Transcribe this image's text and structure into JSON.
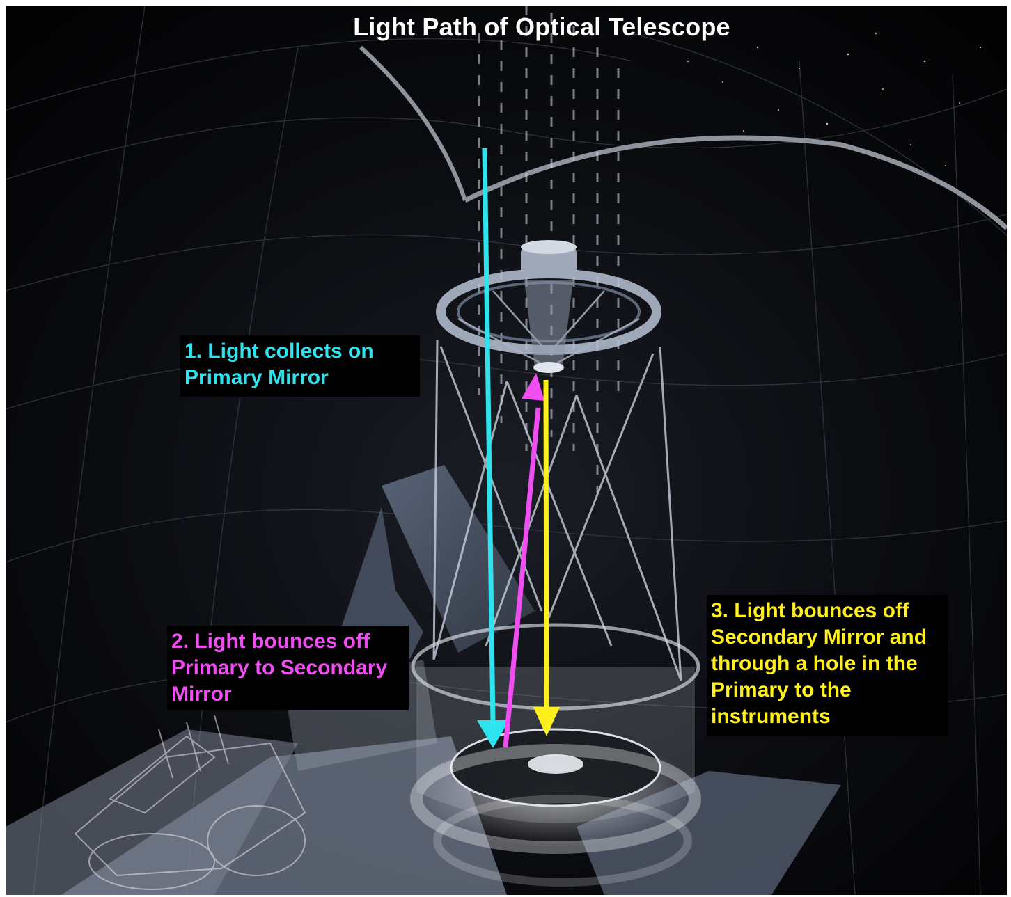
{
  "title": "Light Path of Optical Telescope",
  "steps": [
    {
      "id": 1,
      "lines": [
        "1. Light collects on",
        "Primary Mirror"
      ],
      "color": "#2fe3ee"
    },
    {
      "id": 2,
      "lines": [
        "2. Light bounces off",
        "Primary to Secondary",
        "Mirror"
      ],
      "color": "#f04ef3"
    },
    {
      "id": 3,
      "lines": [
        "3. Light bounces off",
        "Secondary Mirror and",
        "through a hole in the",
        "Primary to the",
        "instruments"
      ],
      "color": "#fff01d"
    }
  ],
  "colors": {
    "background": "#020203",
    "label_background": "#000000",
    "title": "#ffffff"
  }
}
